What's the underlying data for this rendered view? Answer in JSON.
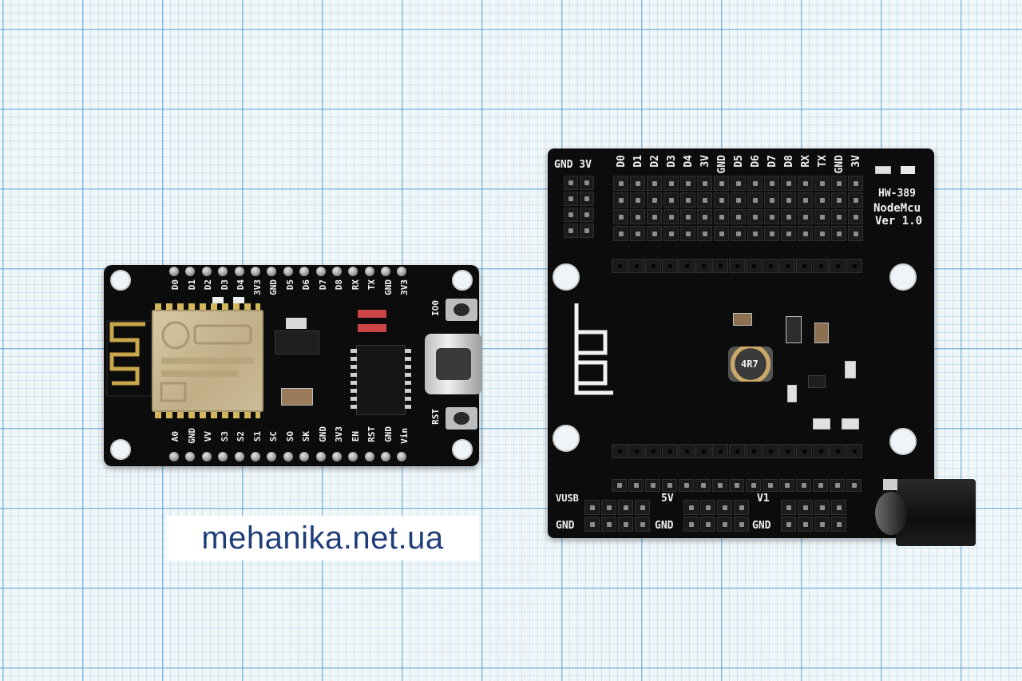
{
  "photo": {
    "description_visible": "two printed circuit boards on millimetre graph paper"
  },
  "watermark": {
    "text": "mehanika.net.ua"
  },
  "nodemcu": {
    "top_labels": [
      "D0",
      "D1",
      "D2",
      "D3",
      "D4",
      "3V3",
      "GND",
      "D5",
      "D6",
      "D7",
      "D8",
      "RX",
      "TX",
      "GND",
      "3V3"
    ],
    "bottom_labels": [
      "A0",
      "GND",
      "VV",
      "S3",
      "S2",
      "S1",
      "SC",
      "SO",
      "SK",
      "GND",
      "3V3",
      "EN",
      "RST",
      "GND",
      "Vin"
    ],
    "button_top": "IO0",
    "button_bottom": "RST"
  },
  "baseboard": {
    "corner_label": "GND 3V",
    "top_labels": [
      "D0",
      "D1",
      "D2",
      "D3",
      "D4",
      "3V",
      "GND",
      "D5",
      "D6",
      "D7",
      "D8",
      "RX",
      "TX",
      "GND",
      "3V"
    ],
    "model": "HW-389",
    "name": "NodeMcu",
    "version": "Ver 1.0",
    "inductor": "4R7",
    "power_groups": [
      {
        "label": "VUSB",
        "gnd": "GND"
      },
      {
        "label": "5V",
        "gnd": "GND"
      },
      {
        "label": "V1",
        "gnd": "GND"
      }
    ]
  }
}
